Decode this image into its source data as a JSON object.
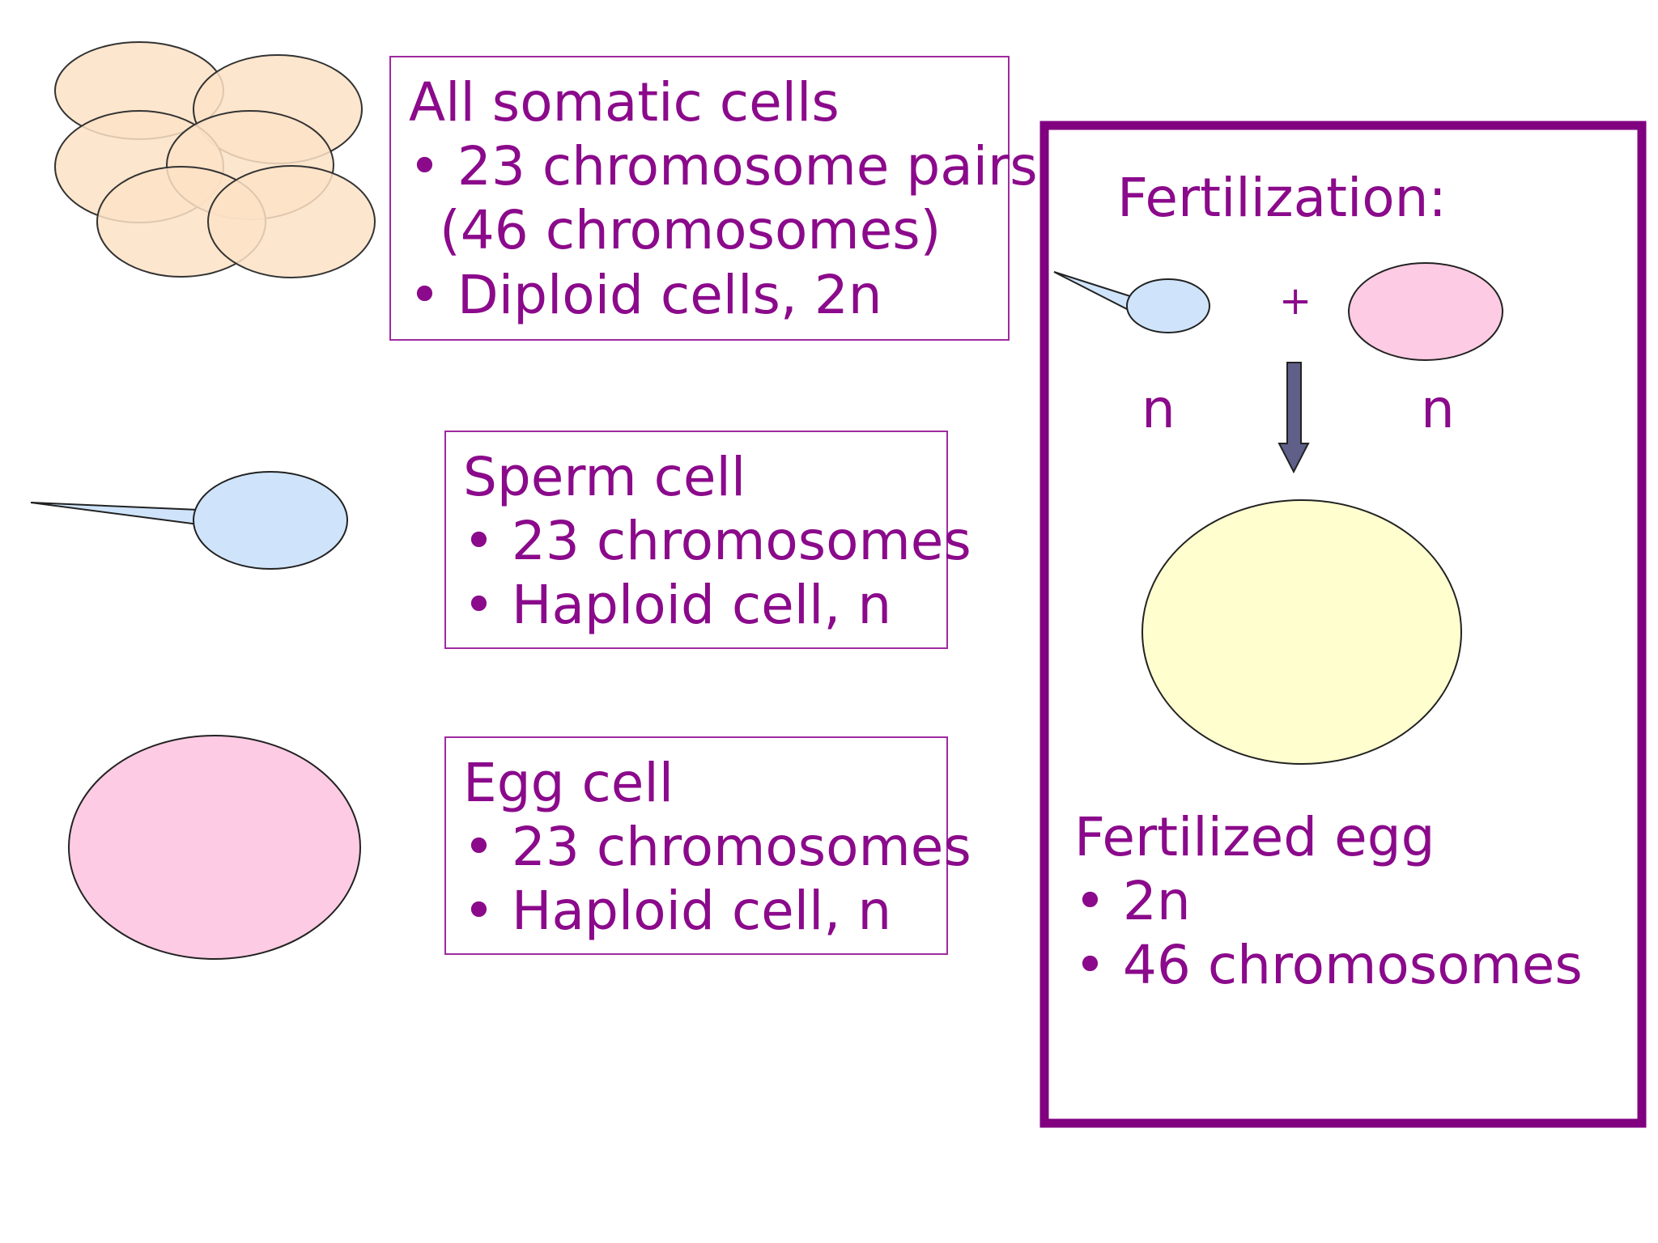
{
  "somatic": {
    "title": "All somatic cells",
    "bullet1": "23 chromosome pairs",
    "bullet1_cont": "(46 chromosomes)",
    "bullet2": "Diploid cells, 2n"
  },
  "sperm": {
    "title": "Sperm cell",
    "bullet1": "23 chromosomes",
    "bullet2": "Haploid cell, n"
  },
  "egg": {
    "title": "Egg cell",
    "bullet1": "23 chromosomes",
    "bullet2": "Haploid cell, n"
  },
  "fertilization": {
    "title": "Fertilization:",
    "plus": "+",
    "sperm_ploidy": "n",
    "egg_ploidy": "n",
    "result_title": "Fertilized egg",
    "result_bullet1": "2n",
    "result_bullet2": "46 chromosomes"
  },
  "colors": {
    "text": "#8b0a8b",
    "frame": "#800080",
    "somatic_fill": "#fde2c6",
    "sperm_fill": "#cfe4fb",
    "egg_fill": "#fdcbe3",
    "zygote_fill": "#fefecf",
    "arrow_fill": "#5f5f8a"
  }
}
